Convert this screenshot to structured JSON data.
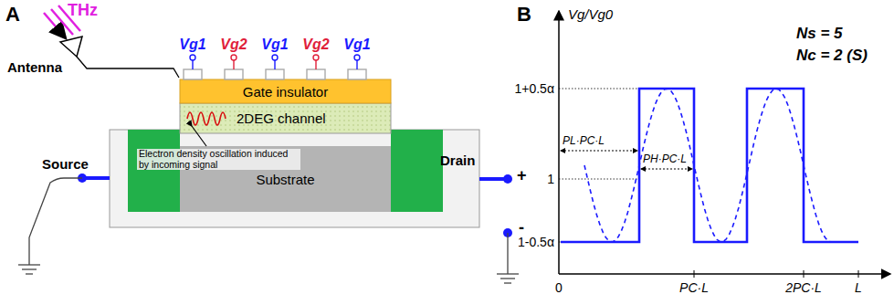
{
  "diagram": {
    "nodes": [
      {
        "text": [
          "Gate insulator"
        ]
      },
      {
        "text": [
          "2DEG channel"
        ]
      },
      {
        "text": [
          "Substrate"
        ]
      }
    ],
    "labels": [
      "A",
      "THz",
      "Antenna",
      "Vg1",
      "Vg2",
      "Vg1",
      "Vg2",
      "Vg1",
      "Electron density oscillation induced by incoming signal",
      "Source",
      "Drain",
      "+",
      "-",
      "B",
      "Vg/Vg0",
      "Ns = 5",
      "Nc = 2 (S)",
      "1+0.5α",
      "1",
      "1-0.5α",
      "PL·PC·L",
      "PH·PC·L",
      "0",
      "PC·L",
      "2PC·L",
      "L"
    ]
  }
}
